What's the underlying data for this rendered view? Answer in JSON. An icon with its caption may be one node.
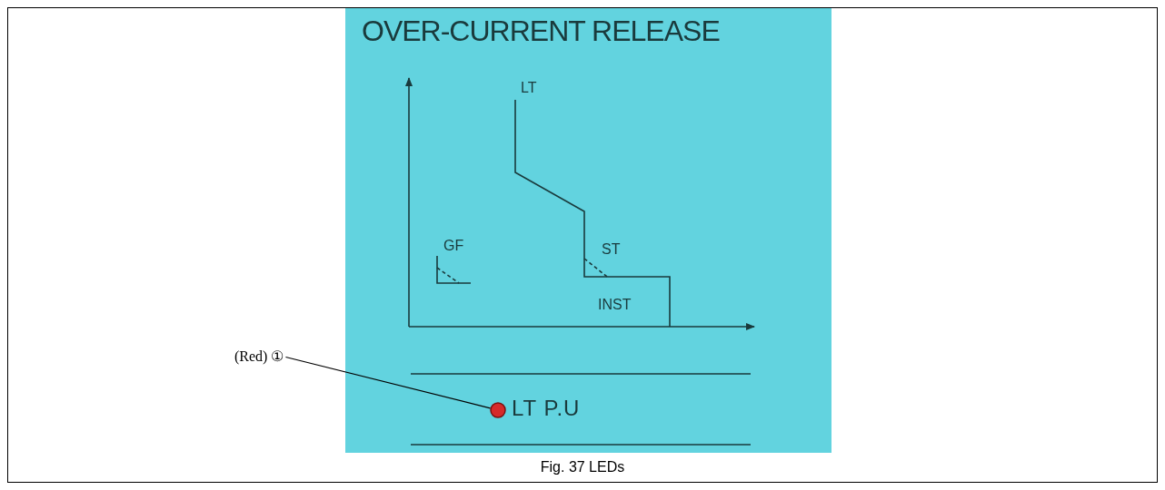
{
  "diagram": {
    "caption": "Fig. 37 LEDs",
    "nodes": [
      {
        "text": [
          "(Red) ①"
        ]
      },
      {
        "text": [],
        "shape": "circle"
      }
    ],
    "edges": [
      {
        "from": 0,
        "to": 1,
        "arrow": "none"
      }
    ],
    "labels": [
      "OVER-CURRENT RELEASE",
      "LT",
      "GF",
      "ST",
      "INST",
      "LT P.U"
    ]
  }
}
